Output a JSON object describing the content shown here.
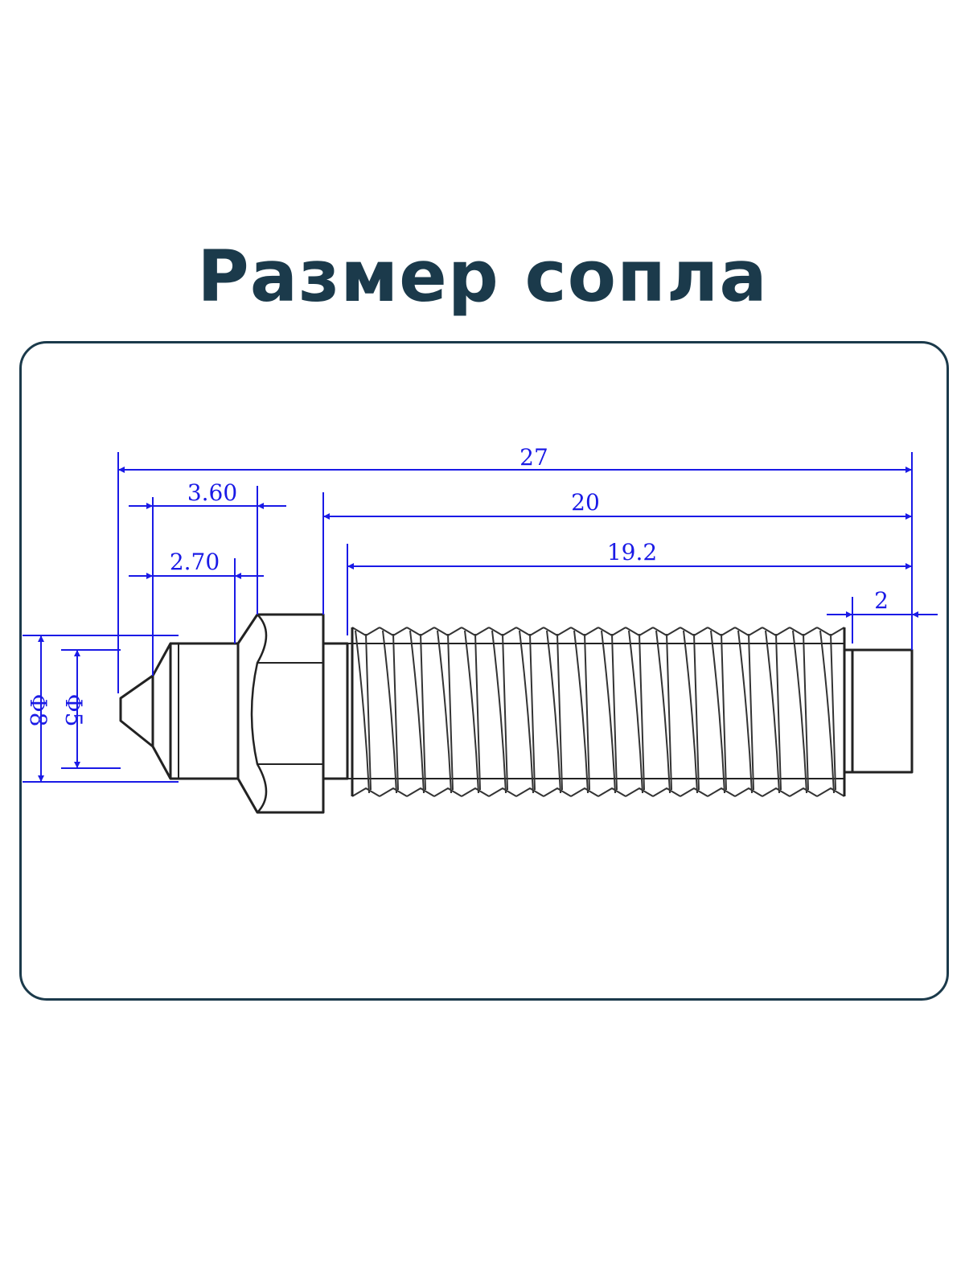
{
  "title": "Размер сопла",
  "colors": {
    "title": "#1b3a4b",
    "frame": "#1b3a4b",
    "dimension": "#1a1ae6",
    "part_outline": "#222222"
  },
  "dimensions": {
    "overall_length": "27",
    "tip_length": "3.60",
    "tip_cone_length": "2.70",
    "thread_section_length": "20",
    "thread_length": "19.2",
    "end_length": "2",
    "diameter_outer": "Φ8",
    "diameter_tip": "Φ5"
  }
}
